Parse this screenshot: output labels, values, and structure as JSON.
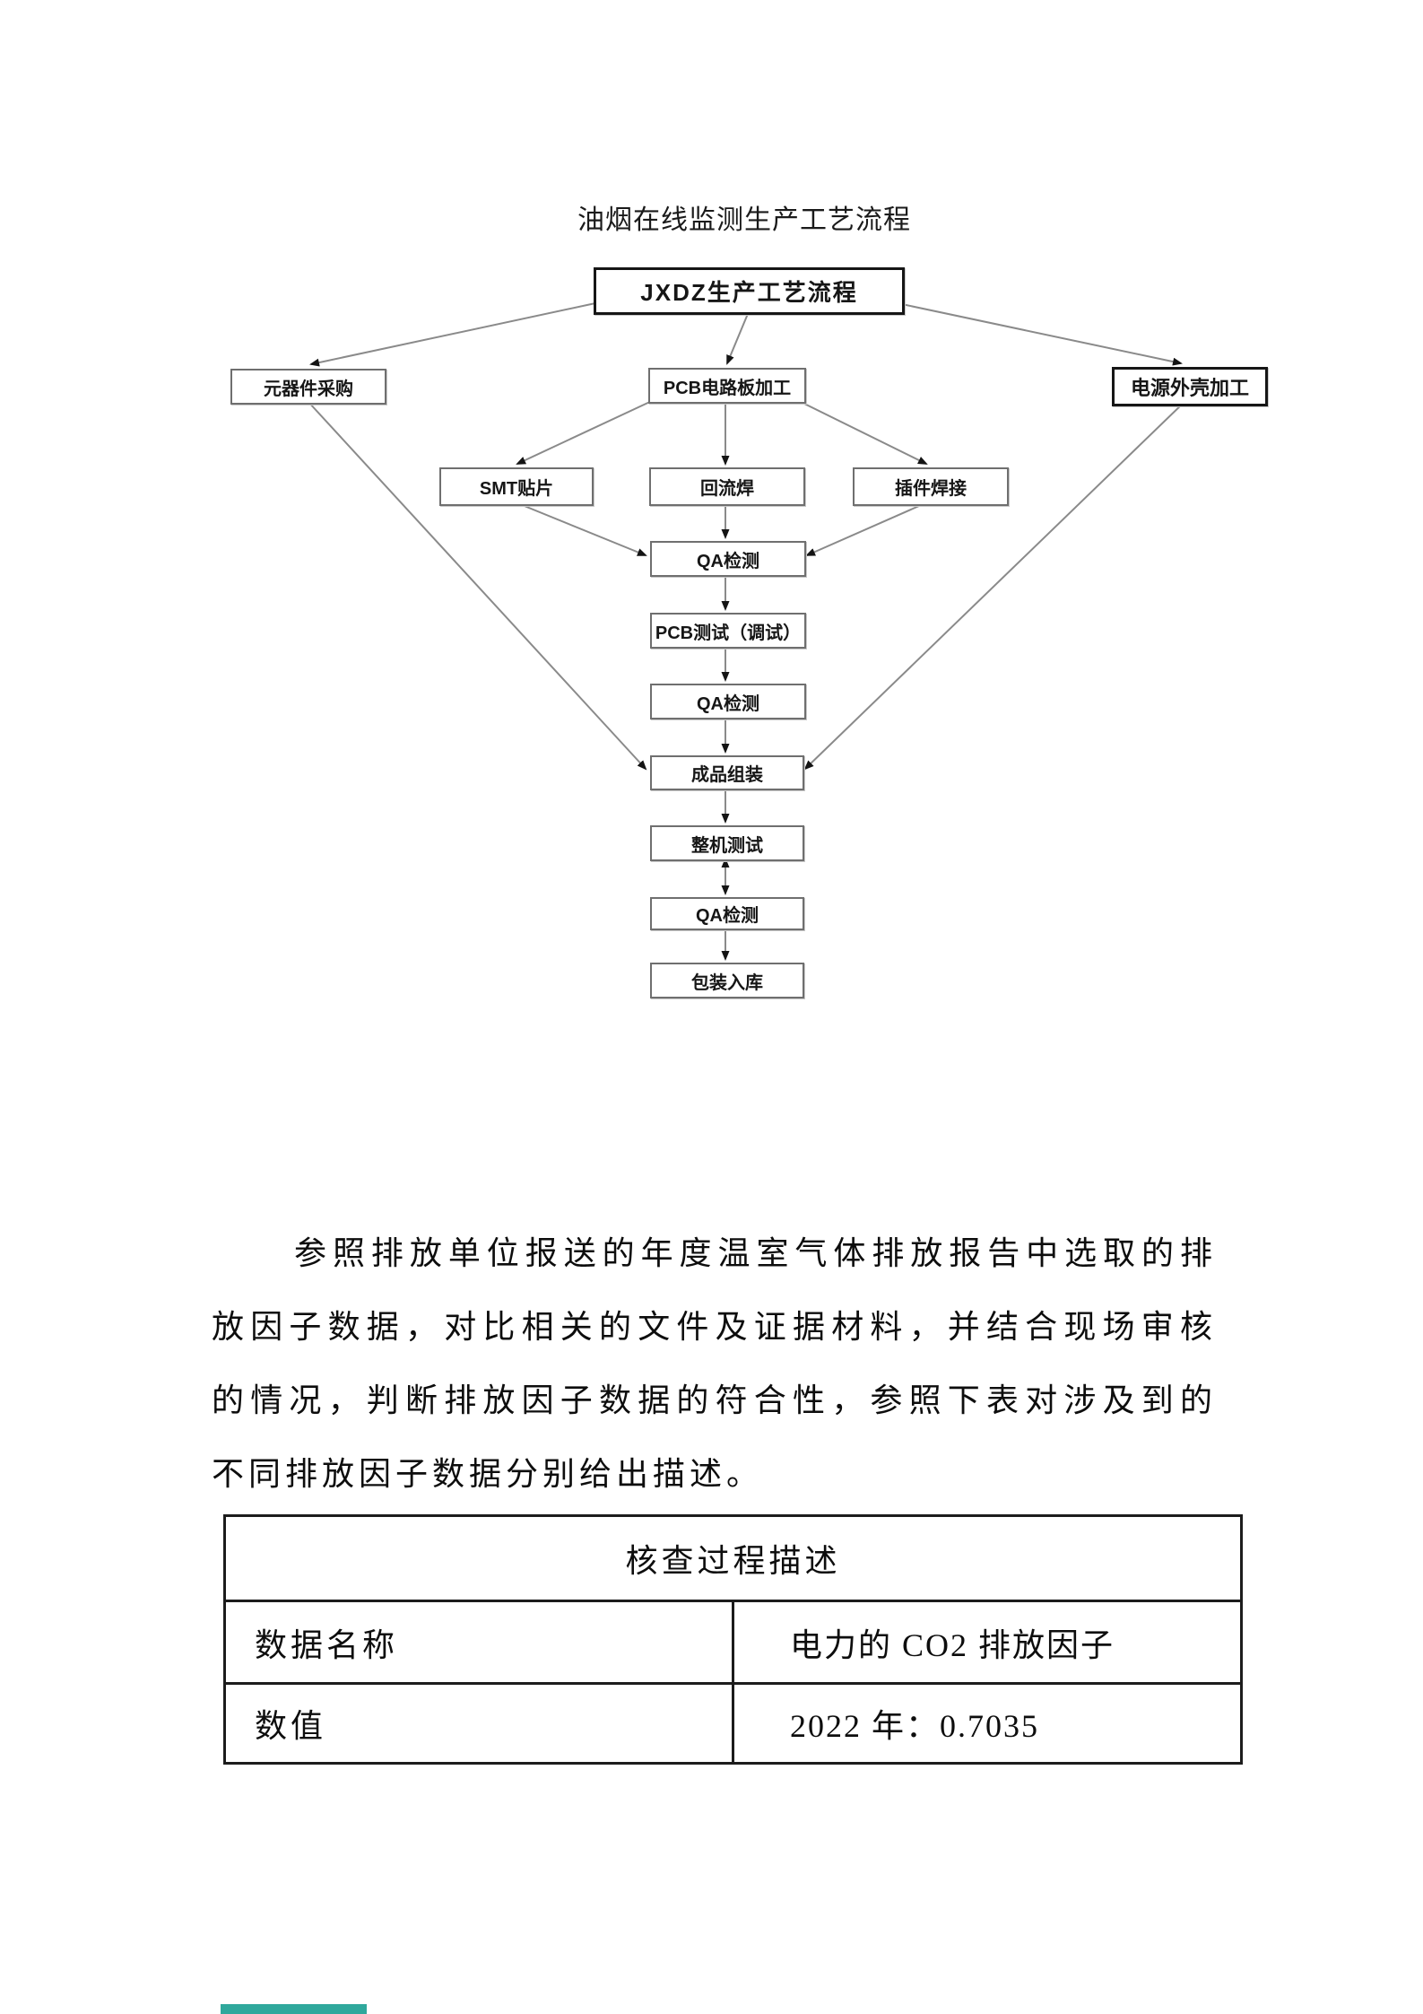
{
  "diagram": {
    "title": "油烟在线监测生产工艺流程",
    "nodes": [
      {
        "label": "JXDZ生产工艺流程"
      },
      {
        "label": "元器件采购"
      },
      {
        "label": "PCB电路板加工"
      },
      {
        "label": "电源外壳加工"
      },
      {
        "label": "SMT贴片"
      },
      {
        "label": "回流焊"
      },
      {
        "label": "插件焊接"
      },
      {
        "label": "QA检测"
      },
      {
        "label": "PCB测试（调试）"
      },
      {
        "label": "QA检测"
      },
      {
        "label": "成品组装"
      },
      {
        "label": "整机测试"
      },
      {
        "label": "QA检测"
      },
      {
        "label": "包装入库"
      }
    ]
  },
  "paragraph": {
    "lines": [
      "参照排放单位报送的年度温室气体排放报告中选取的排",
      "放因子数据，对比相关的文件及证据材料，并结合现场审核",
      "的情况，判断排放因子数据的符合性，参照下表对涉及到的",
      "不同排放因子数据分别给出描述。"
    ]
  },
  "table": {
    "header": "核查过程描述",
    "rows": [
      {
        "name": "数据名称",
        "value": "电力的 CO2 排放因子"
      },
      {
        "name": "数值",
        "value": "2022 年：0.7035"
      }
    ]
  },
  "colors": {
    "highlight_teal": "#2fa89c",
    "line_gray": "#8a8a8a",
    "arrow_black": "#141414"
  }
}
